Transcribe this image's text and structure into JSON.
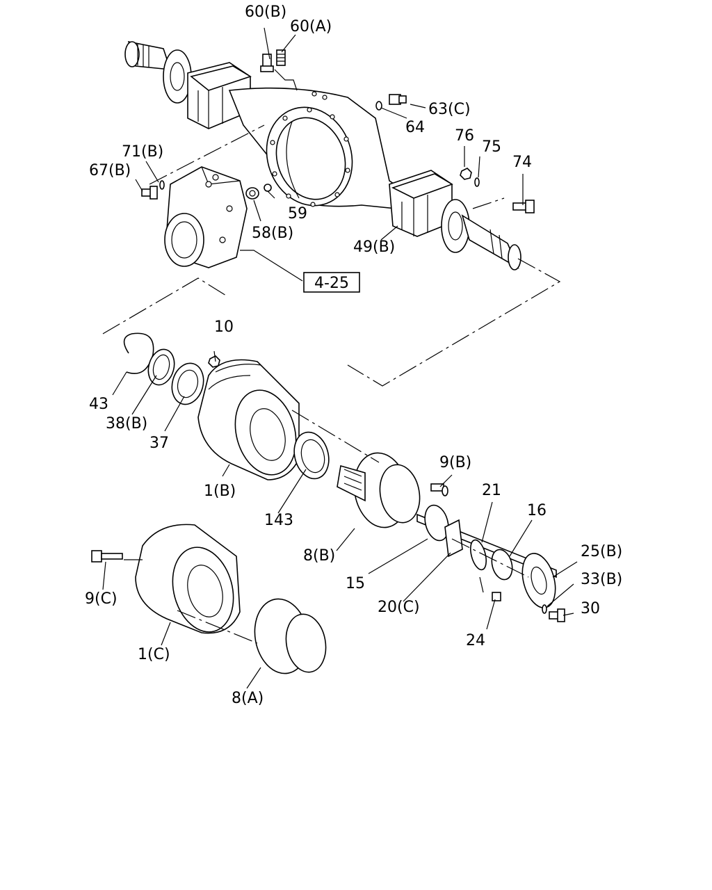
{
  "diagram": {
    "ref_box": "4-25",
    "labels": {
      "p60b": "60(B)",
      "p60a": "60(A)",
      "p63c": "63(C)",
      "p64": "64",
      "p76": "76",
      "p75": "75",
      "p74": "74",
      "p71b": "71(B)",
      "p67b": "67(B)",
      "p59": "59",
      "p58b": "58(B)",
      "p49b": "49(B)",
      "p10": "10",
      "p43": "43",
      "p38b": "38(B)",
      "p37": "37",
      "p1b": "1(B)",
      "p143": "143",
      "p9b": "9(B)",
      "p21": "21",
      "p16": "16",
      "p25b": "25(B)",
      "p33b": "33(B)",
      "p30": "30",
      "p8b": "8(B)",
      "p15": "15",
      "p20c": "20(C)",
      "p24": "24",
      "p9c": "9(C)",
      "p1c": "1(C)",
      "p8a": "8(A)"
    }
  }
}
